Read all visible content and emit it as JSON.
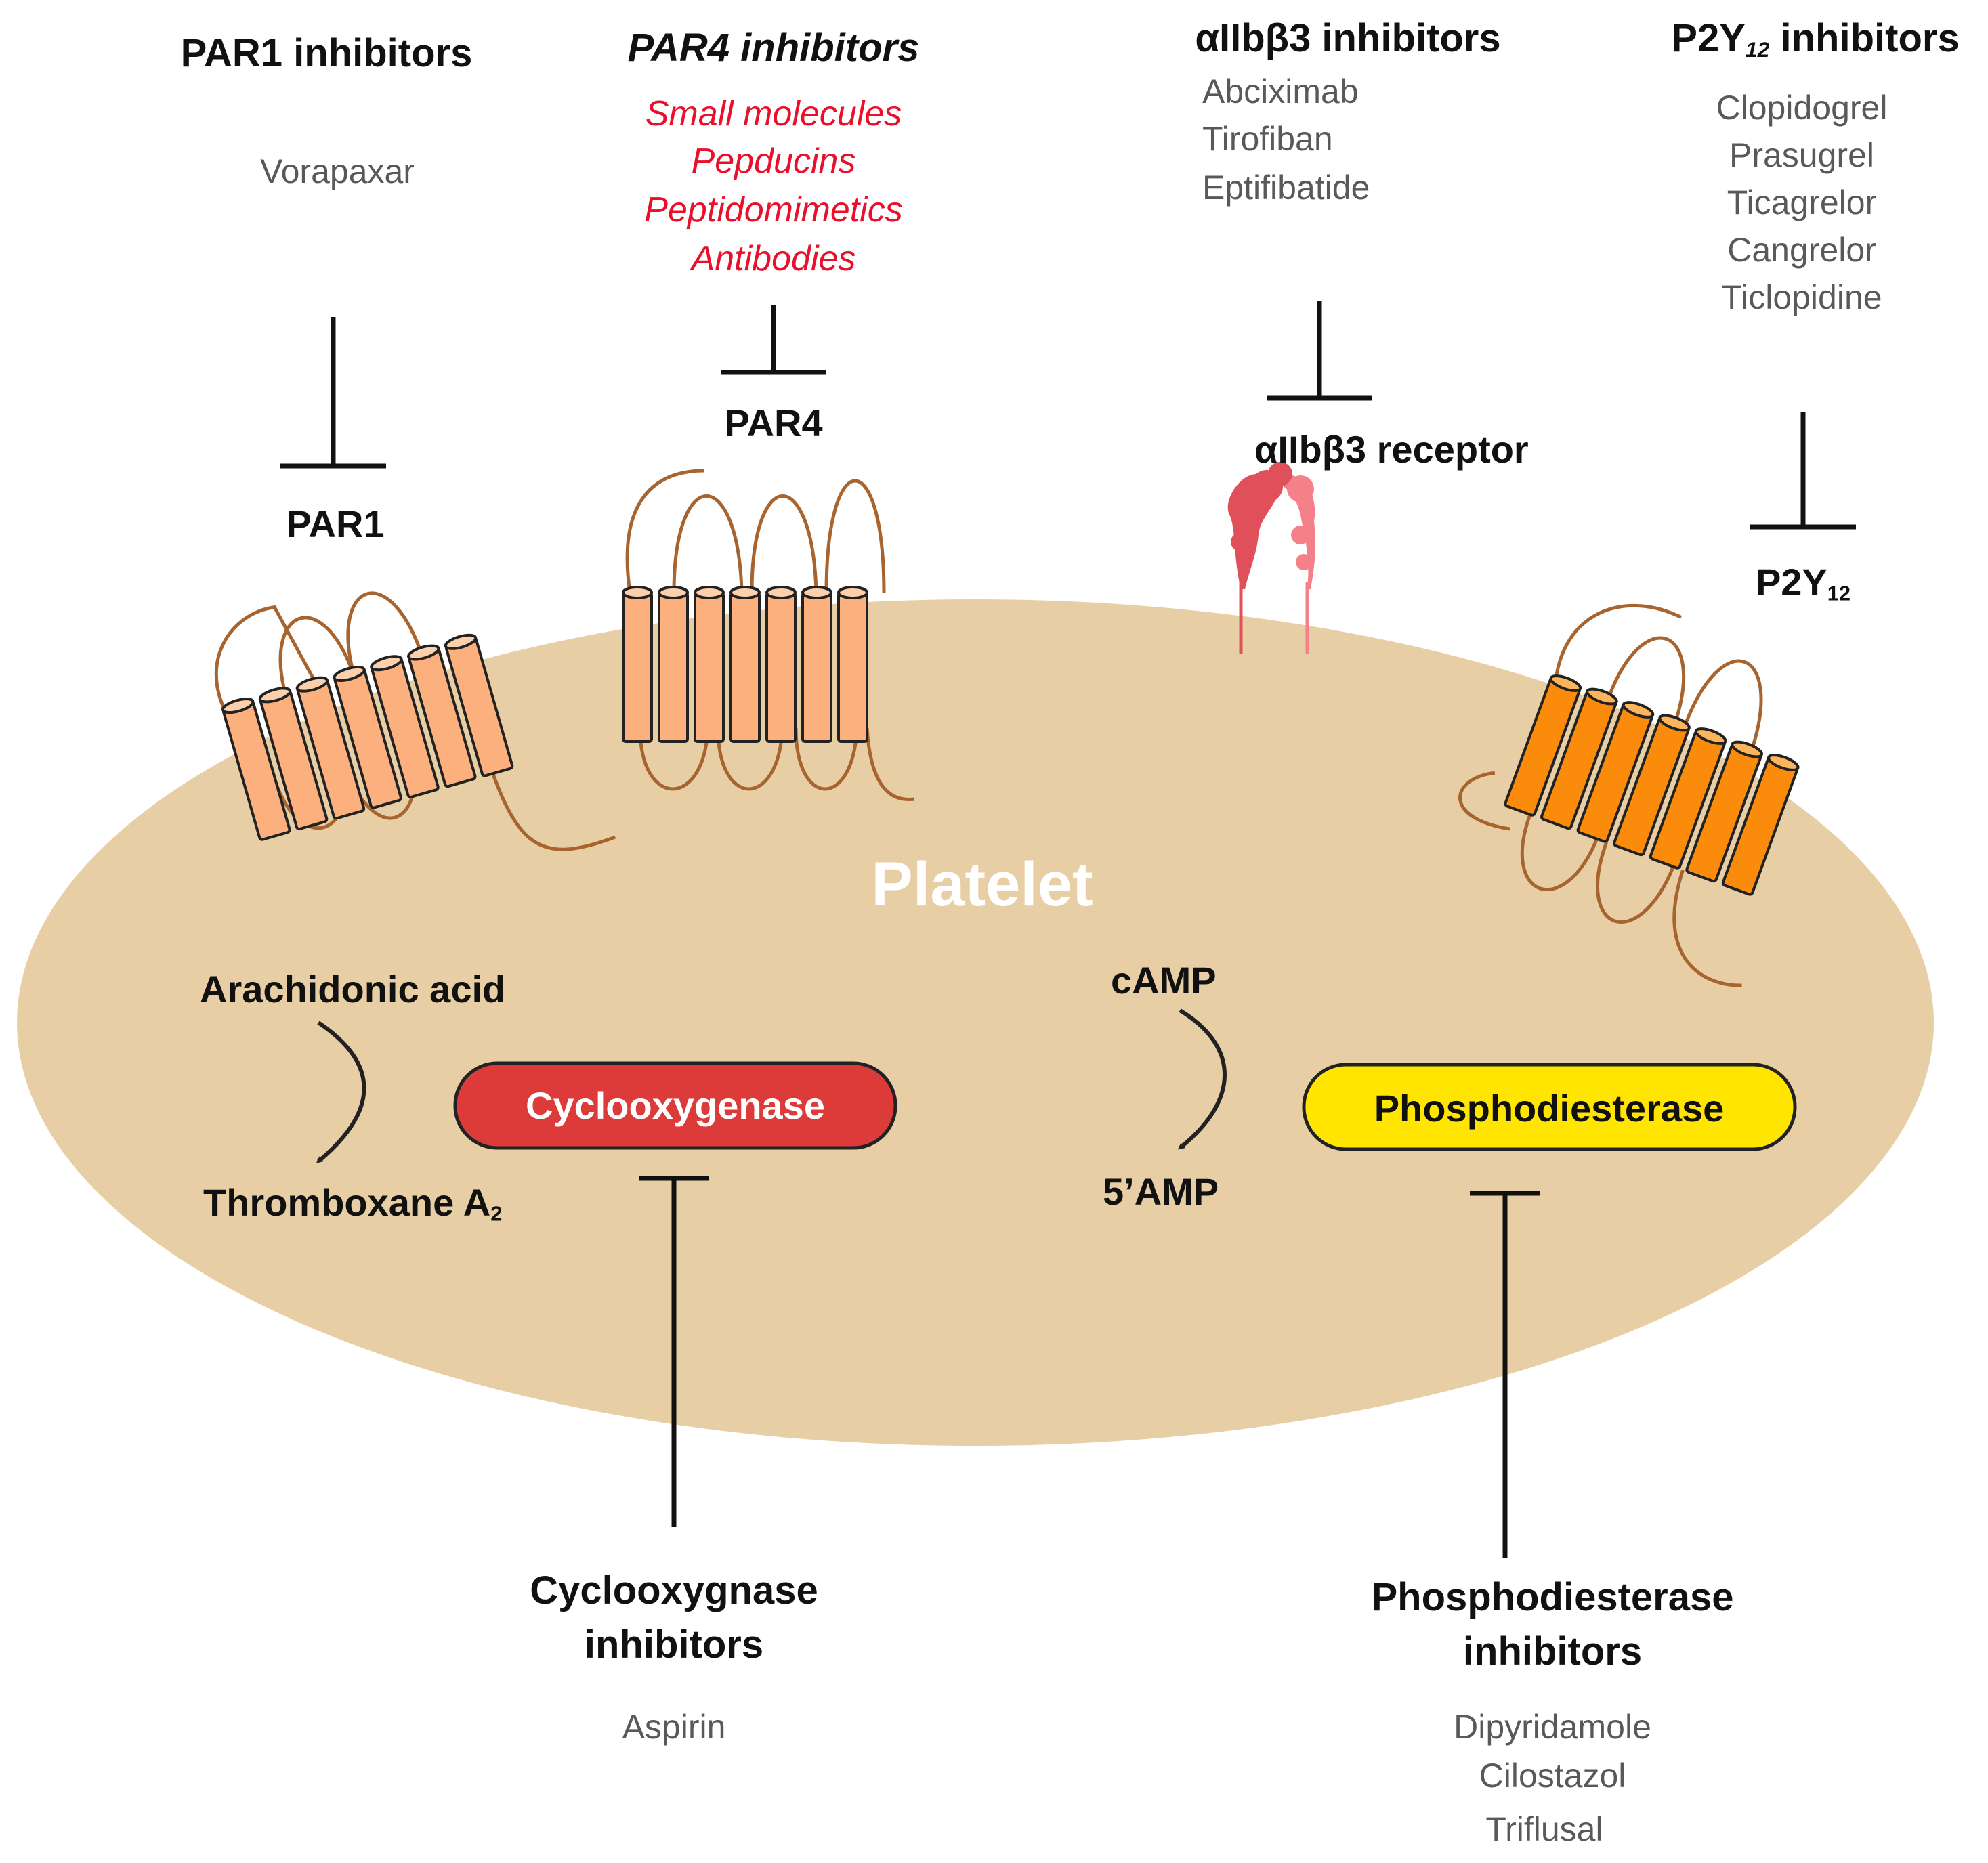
{
  "header": {
    "par1_inhibitors": "PAR1 inhibitors",
    "par4_inhibitors": "PAR4 inhibitors",
    "aiib3_inhibitors": "αIIbβ3 inhibitors",
    "p2y12_inhibitors_prefix": "P2Y",
    "p2y12_inhibitors_sub": "12",
    "p2y12_inhibitors_suffix": " inhibitors"
  },
  "par1_drugs": [
    "Vorapaxar"
  ],
  "par4_drugs": [
    "Small molecules",
    "Pepducins",
    "Peptidomimetics",
    "Antibodies"
  ],
  "aiib3_drugs": [
    "Abciximab",
    "Tirofiban",
    "Eptifibatide"
  ],
  "p2y12_drugs": [
    "Clopidogrel",
    "Prasugrel",
    "Ticagrelor",
    "Cangrelor",
    "Ticlopidine"
  ],
  "receptors": {
    "par1": "PAR1",
    "par4": "PAR4",
    "aiib3": "αIIbβ3 receptor",
    "p2y12_prefix": "P2Y",
    "p2y12_sub": "12"
  },
  "platelet_label": "Platelet",
  "pathways": {
    "arachidonic_acid": "Arachidonic acid",
    "thromboxane_prefix": "Thromboxane A",
    "thromboxane_sub": "2",
    "camp": "cAMP",
    "amp5": "5’AMP"
  },
  "enzymes": {
    "cox": "Cyclooxygenase",
    "pde": "Phosphodiesterase"
  },
  "bottom": {
    "cox_inhibitors_line1": "Cyclooxygnase",
    "cox_inhibitors_line2": "inhibitors",
    "pde_inhibitors_line1": "Phosphodiesterase",
    "pde_inhibitors_line2": "inhibitors"
  },
  "cox_drugs": [
    "Aspirin"
  ],
  "pde_drugs": [
    "Dipyridamole",
    "Cilostazol",
    "Triflusal"
  ],
  "colors": {
    "platelet": "#e8cea5",
    "receptor_light": "#fbb07e",
    "receptor_dark": "#fb8c0b",
    "loop": "#a8642e",
    "integrin_dark": "#e0505a",
    "integrin_light": "#f4808a",
    "cox_fill": "#dd3a3a",
    "pde_fill": "#ffe500",
    "drug_red": "#e8102a"
  }
}
